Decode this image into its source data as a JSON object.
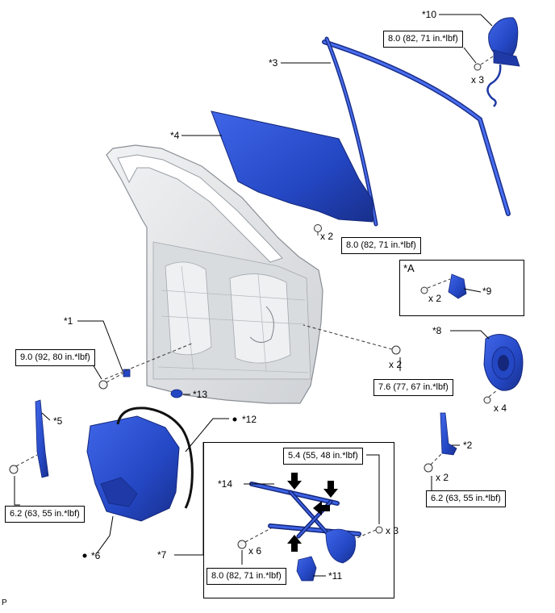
{
  "part_labels": {
    "p1": "*1",
    "p2": "*2",
    "p3": "*3",
    "p4": "*4",
    "p5": "*5",
    "p6": "*6",
    "p7": "*7",
    "p8": "*8",
    "p9": "*9",
    "p10": "*10",
    "p11": "*11",
    "p12": "*12",
    "p13": "*13",
    "p14": "*14",
    "inset_a": "*A"
  },
  "torques": {
    "t_mirror": "8.0 (82, 71 in.*lbf)",
    "t_glass": "8.0 (82, 71 in.*lbf)",
    "t_p1": "9.0 (92, 80 in.*lbf)",
    "t_center": "7.6 (77, 67 in.*lbf)",
    "t_p5": "6.2 (63, 55 in.*lbf)",
    "t_p2": "6.2 (63, 55 in.*lbf)",
    "t_reg_top": "5.4 (55, 48 in.*lbf)",
    "t_reg_left": "8.0 (82, 71 in.*lbf)"
  },
  "quantities": {
    "q_mirror": "x 3",
    "q_glass": "x 2",
    "q_inset": "x 2",
    "q_center": "x 2",
    "q_speaker": "x 4",
    "q_p2": "x 2",
    "q_reg_right": "x 3",
    "q_reg_left": "x 6"
  },
  "corner_mark": "P",
  "colors": {
    "part_blue": "#2a4fd0",
    "part_blue_dark": "#1a2f8a",
    "door_gray": "#e4e6e8",
    "door_edge": "#8a8f95"
  }
}
